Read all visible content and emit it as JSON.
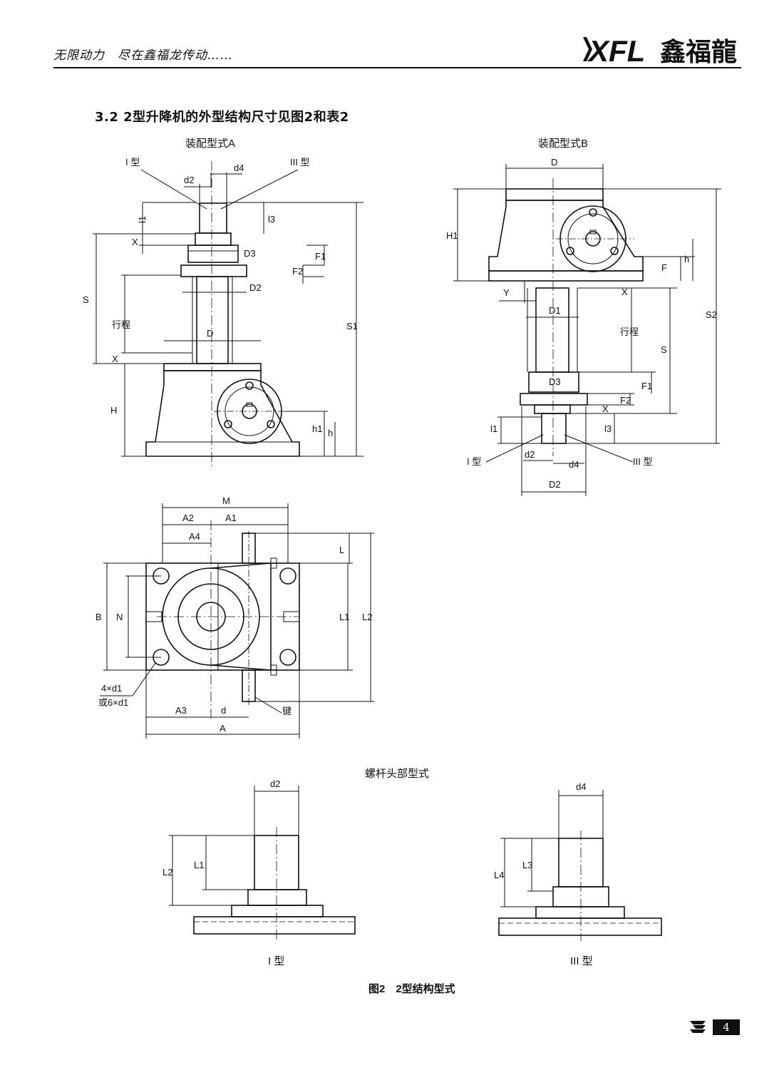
{
  "header": {
    "slogan": "无限动力　尽在鑫福龙传动……",
    "logo_latin": "XFL",
    "logo_cjk": "鑫福龍"
  },
  "section_title": "3.2  2型升降机的外型结构尺寸见图2和表2",
  "view_a": {
    "title": "装配型式A",
    "labels": {
      "type1": "I 型",
      "type3": "III 型",
      "d2": "d2",
      "d4": "d4",
      "l1": "l1",
      "l3": "l3",
      "x_top": "X",
      "D3": "D3",
      "F1": "F1",
      "F2": "F2",
      "D2": "D2",
      "S": "S",
      "stroke": "行程",
      "D": "D",
      "S1": "S1",
      "x_bottom": "X",
      "H": "H",
      "h1": "h1",
      "h": "h"
    }
  },
  "view_b": {
    "title": "装配型式B",
    "labels": {
      "D": "D",
      "H1": "H1",
      "F": "F",
      "h": "h",
      "Y": "Y",
      "X_top": "X",
      "D1": "D1",
      "stroke": "行程",
      "S": "S",
      "S2": "S2",
      "D3": "D3",
      "F1": "F1",
      "F2": "F2",
      "X_bottom": "X",
      "l1": "l1",
      "l3": "l3",
      "type1": "I 型",
      "type3": "III 型",
      "d2": "d2",
      "d4": "d4",
      "D2": "D2"
    }
  },
  "plan_view": {
    "labels": {
      "M": "M",
      "A2": "A2",
      "A1": "A1",
      "A4": "A4",
      "L": "L",
      "L1": "L1",
      "L2": "L2",
      "B": "B",
      "N": "N",
      "holes_4": "4×d1",
      "holes_6": "或6×d1",
      "A3": "A3",
      "d": "d",
      "key": "键",
      "A": "A"
    }
  },
  "screw_heads": {
    "title": "螺杆头部型式",
    "type1": {
      "caption": "I 型",
      "d_label": "d2",
      "L_outer": "L2",
      "L_inner": "L1"
    },
    "type3": {
      "caption": "III 型",
      "d_label": "d4",
      "L_outer": "L4",
      "L_inner": "L3"
    }
  },
  "figure_caption": "图2　2型结构型式",
  "page_number": "4"
}
